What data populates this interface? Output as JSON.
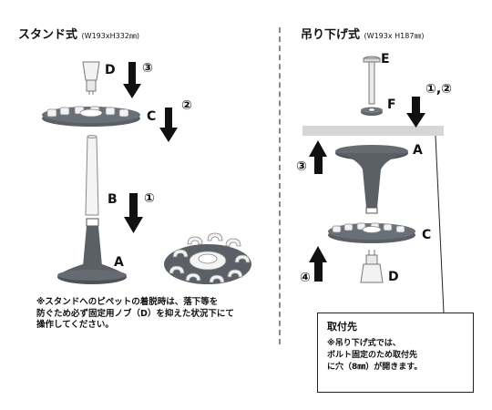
{
  "left": {
    "heading": "スタンド式",
    "heading_dims": "(W193xH332㎜)",
    "labels": {
      "D": "D",
      "C": "C",
      "B": "B",
      "A": "A"
    },
    "steps": {
      "s3": "③",
      "s2": "②",
      "s1": "①"
    },
    "note": [
      "※スタンドへのピペットの着脱時は、落下等を",
      "防ぐため必ず固定用ノブ（D）を抑えた状況下にて",
      "操作してください。"
    ]
  },
  "right": {
    "heading": "吊り下げ式",
    "heading_dims": "(W193x H187㎜)",
    "labels": {
      "E": "E",
      "F": "F",
      "A": "A",
      "C": "C",
      "D": "D"
    },
    "steps": {
      "s12": "①,②",
      "s3": "③",
      "s4": "④"
    },
    "box": {
      "title": "取付先",
      "lines": [
        "※吊り下げ式では、",
        "ボルト固定のため取付先",
        "に穴（8㎜）が開きます。"
      ]
    }
  },
  "colors": {
    "part_dark": "#555a60",
    "part_light": "#eeeeee",
    "arrow": "#111111",
    "ceiling": "#d6d6d6"
  }
}
